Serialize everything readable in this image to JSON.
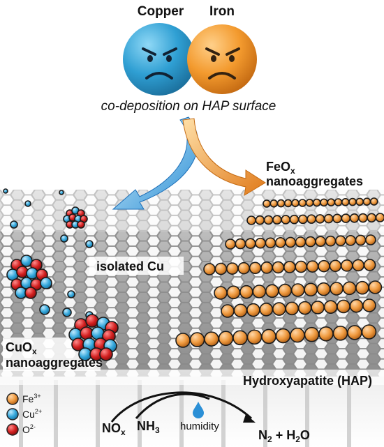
{
  "header": {
    "left_label": "Copper",
    "right_label": "Iron",
    "caption": "co-deposition on HAP surface"
  },
  "labels": {
    "feox_line1": "FeO",
    "feox_sub": "x",
    "feox_line2": "nanoaggregates",
    "isolated": "isolated Cu",
    "cuox_line1": "CuO",
    "cuox_sub": "x",
    "cuox_line2": "nanoaggregates",
    "hap": "Hydroxyapatite (HAP)"
  },
  "legend": {
    "items": [
      {
        "symbol": "Fe",
        "charge": "3+",
        "color": "#ef9a3f"
      },
      {
        "symbol": "Cu",
        "charge": "2+",
        "color": "#35a8dc"
      },
      {
        "symbol": "O",
        "charge": "2-",
        "color": "#d32020"
      }
    ]
  },
  "reaction": {
    "reactant1": "NO",
    "reactant1_sub": "x",
    "reactant2": "NH",
    "reactant2_sub": "3",
    "condition": "humidity",
    "product": "N",
    "product_sub": "2",
    "product_rest": " + H",
    "product_sub2": "2",
    "product_end": "O"
  },
  "colors": {
    "copper": "#35a8dc",
    "iron": "#ef9a3f",
    "oxygen": "#d32020"
  }
}
